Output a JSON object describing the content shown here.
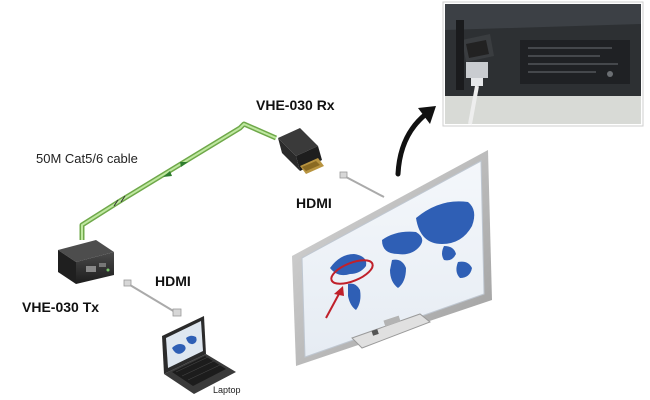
{
  "labels": {
    "cable": "50M Cat5/6 cable",
    "receiver": "VHE-030 Rx",
    "transmitter": "VHE-030 Tx",
    "hdmi_left": "HDMI",
    "hdmi_right": "HDMI",
    "laptop": "Laptop"
  },
  "colors": {
    "cable": "#9fd27a",
    "device": "#2c2c2c",
    "board_frame": "#c9c9c9",
    "map_land": "#2f5fb5",
    "annotation": "#c0202a"
  }
}
